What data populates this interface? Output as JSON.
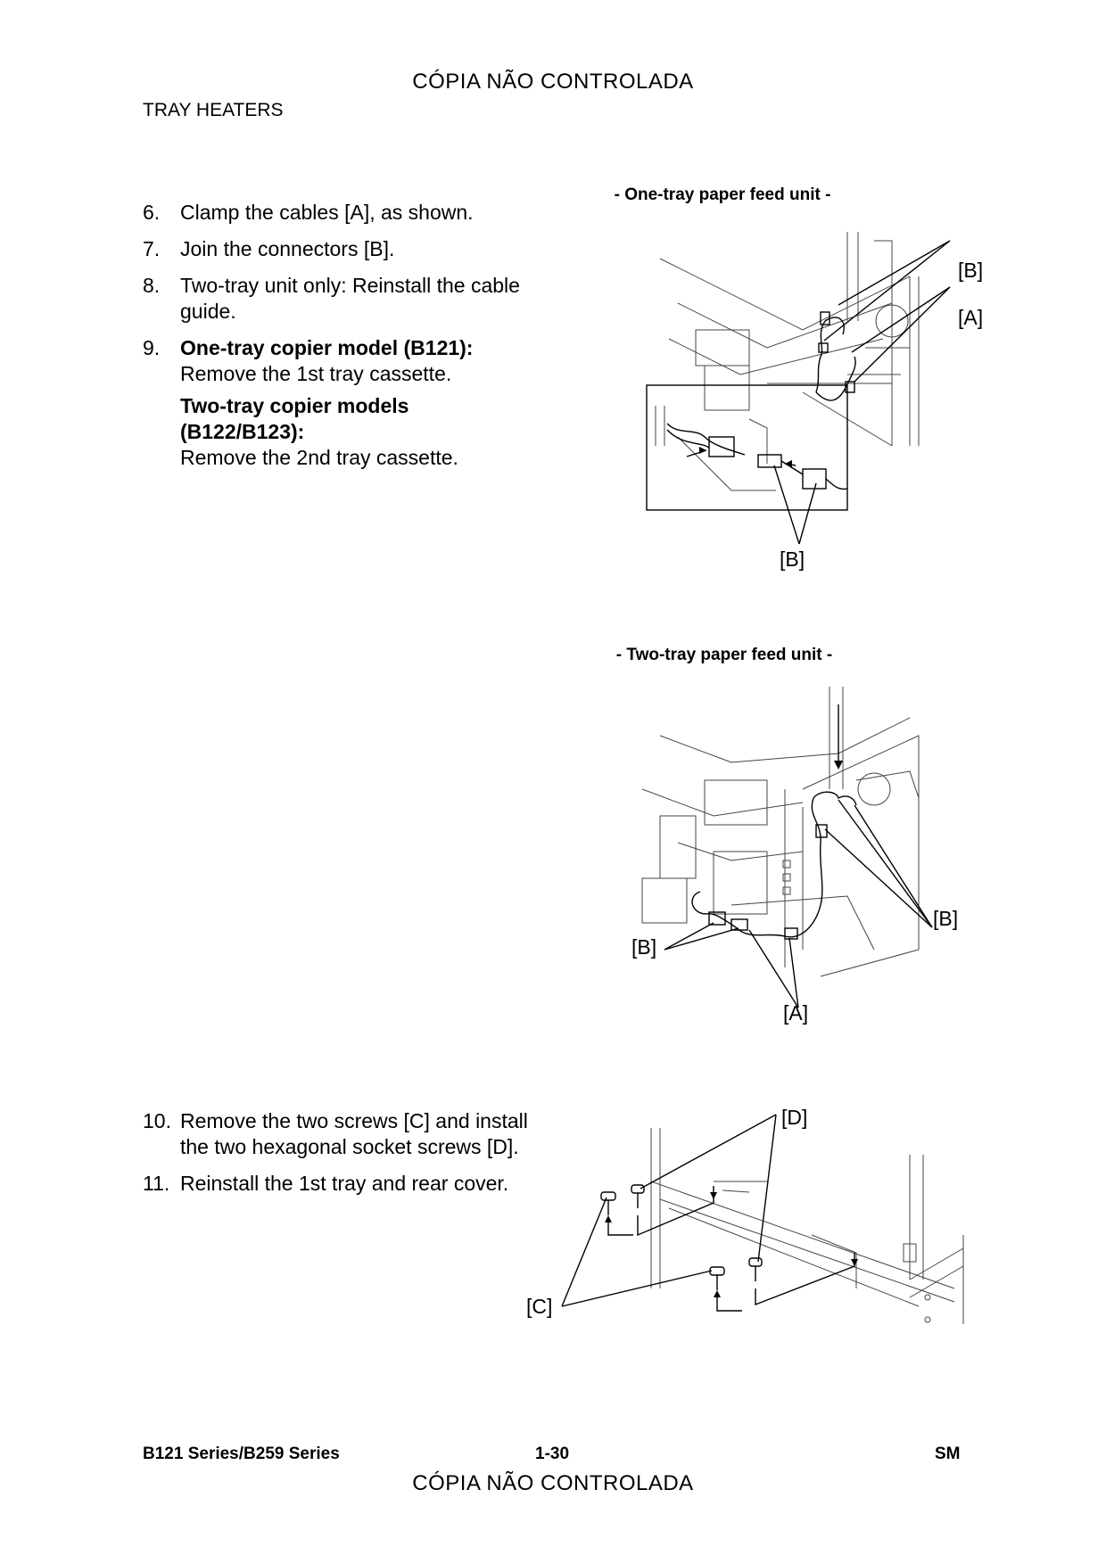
{
  "watermark_top": "CÓPIA NÃO CONTROLADA",
  "watermark_bottom": "CÓPIA NÃO CONTROLADA",
  "section_title": "TRAY HEATERS",
  "steps_a": [
    {
      "num": "6.",
      "text": "Clamp the cables [A], as shown."
    },
    {
      "num": "7.",
      "text": "Join the connectors [B]."
    },
    {
      "num": "8.",
      "text": "Two-tray unit only: Reinstall the cable guide."
    }
  ],
  "step9": {
    "num": "9.",
    "one_tray_bold": "One-tray copier model (B121):",
    "one_tray_text": "Remove the 1st tray cassette.",
    "two_tray_bold_1": "Two-tray copier models",
    "two_tray_bold_2": "(B122/B123):",
    "two_tray_text": "Remove the 2nd tray cassette."
  },
  "steps_b": [
    {
      "num": "10.",
      "text": "Remove the two screws [C] and install the two hexagonal socket screws [D]."
    },
    {
      "num": "11.",
      "text": "Reinstall the 1st tray and rear cover."
    }
  ],
  "figures": {
    "fig1_caption": "- One-tray paper feed unit -",
    "fig1_labels": {
      "b_top": "[B]",
      "a": "[A]",
      "b_bottom": "[B]"
    },
    "fig2_caption": "- Two-tray paper feed unit -",
    "fig2_labels": {
      "b_right": "[B]",
      "b_left": "[B]",
      "a": "[A]"
    },
    "fig3_labels": {
      "d": "[D]",
      "c": "[C]"
    }
  },
  "footer": {
    "left": "B121 Series/B259 Series",
    "center": "1-30",
    "right": "SM"
  }
}
